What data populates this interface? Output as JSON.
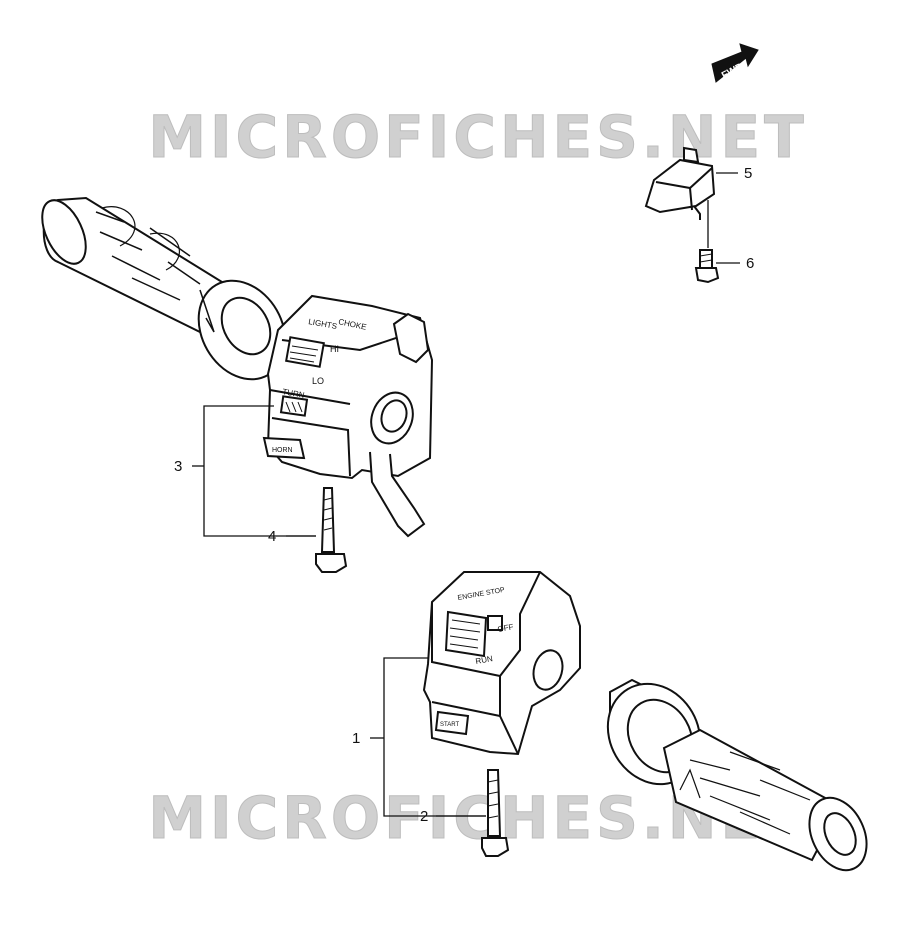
{
  "watermark": {
    "text": "MICROFICHES.NET",
    "color": "#c8c8c8"
  },
  "direction_badge": {
    "text": "FWD"
  },
  "callouts": [
    {
      "num": "1"
    },
    {
      "num": "2"
    },
    {
      "num": "3"
    },
    {
      "num": "4"
    },
    {
      "num": "5"
    },
    {
      "num": "6"
    }
  ],
  "switch_labels": {
    "left_top": "CHOKE",
    "left_dimmer": "LIGHTS",
    "left_hi": "HI",
    "left_lo": "LO",
    "left_turn": "TURN",
    "left_horn": "HORN",
    "right_engine_stop": "ENGINE STOP",
    "right_off": "OFF",
    "right_run": "RUN",
    "right_start": "START"
  },
  "colors": {
    "line": "#111111",
    "paper": "#ffffff"
  }
}
